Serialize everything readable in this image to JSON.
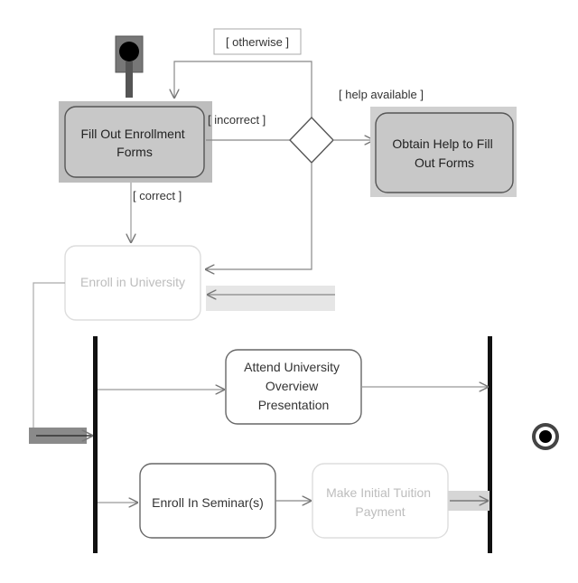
{
  "diagram": {
    "guards": {
      "otherwise": "[ otherwise ]",
      "help_available": "[ help available ]",
      "incorrect": "[ incorrect ]",
      "correct": "[ correct ]"
    },
    "activities": {
      "fill_out_forms": [
        "Fill Out Enrollment",
        "Forms"
      ],
      "obtain_help": [
        "Obtain Help to Fill",
        "Out Forms"
      ],
      "enroll_university": [
        "Enroll in University"
      ],
      "attend_overview": [
        "Attend University",
        "Overview",
        "Presentation"
      ],
      "enroll_seminars": [
        "Enroll In Seminar(s)"
      ],
      "make_payment": [
        "Make Initial Tuition",
        "Payment"
      ]
    },
    "colors": {
      "highlight_fill": "#c8c8c8",
      "normal_fill": "#ffffff",
      "line": "#7a7a7a",
      "faded_text": "#bdbdbd",
      "bar": "#111111"
    }
  }
}
